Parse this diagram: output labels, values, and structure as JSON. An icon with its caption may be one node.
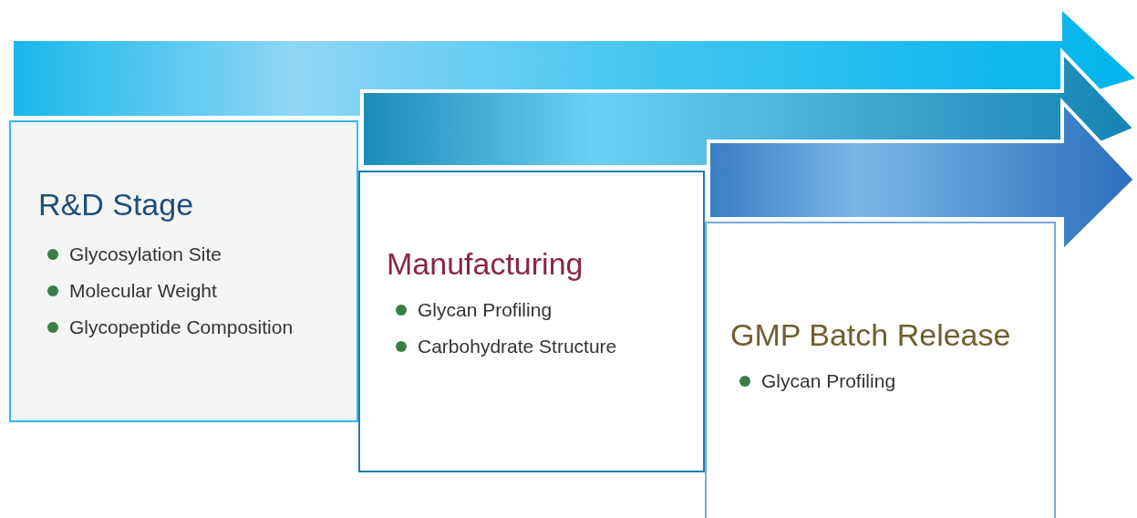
{
  "diagram": {
    "nodes": [
      {
        "text": [
          "R&D Stage",
          "Glycosylation Site",
          "Molecular Weight",
          "Glycopeptide Composition"
        ]
      },
      {
        "text": [
          "Manufacturing",
          "Glycan Profiling",
          "Carbohydrate Structure"
        ]
      },
      {
        "text": [
          "GMP Batch Release",
          "Glycan Profiling"
        ]
      }
    ]
  }
}
